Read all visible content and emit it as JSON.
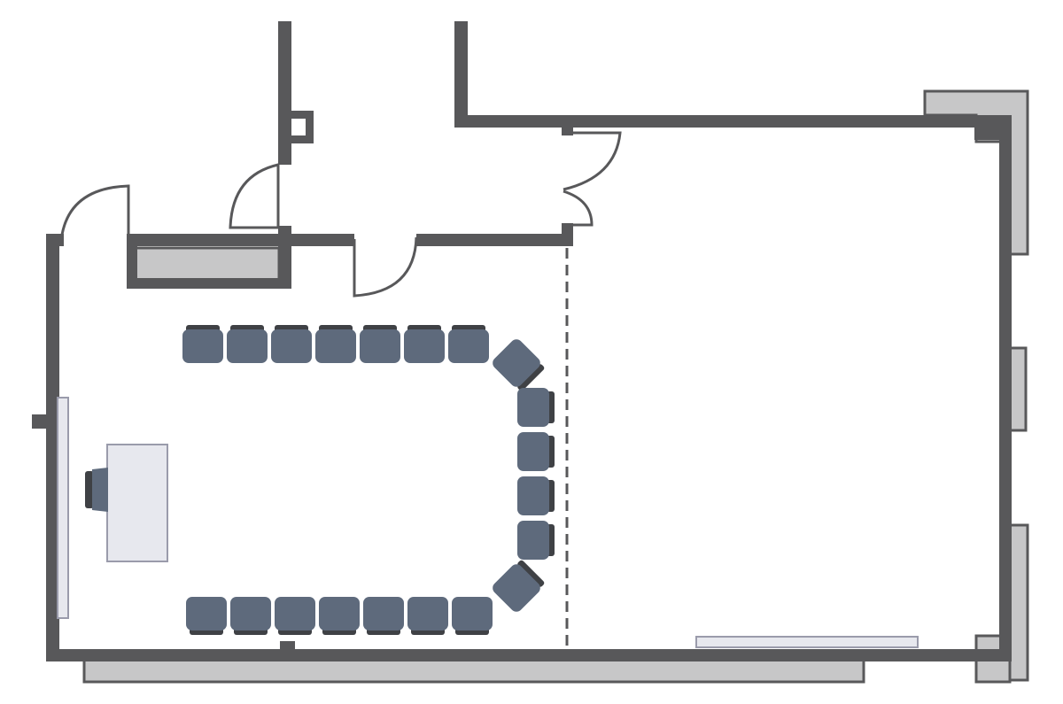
{
  "plan": {
    "colors": {
      "wall": "#58585a",
      "pillar_fill": "#c7c7c8",
      "seat": "#5e6a7c",
      "seat_back": "#3f4145",
      "whiteboard": "#e7e8ee",
      "whiteboard_stroke": "#9a9bab",
      "background": "#ffffff"
    },
    "seating": {
      "layout": "u-shape",
      "top_row_count": 7,
      "right_column_count": 4,
      "corner_count": 2,
      "bottom_row_count": 7,
      "presenter_seat_count": 1
    },
    "features": [
      "room-divider-dashed",
      "left-whiteboard",
      "bottom-whiteboard",
      "presenter-desk",
      "entrance-doors"
    ]
  }
}
